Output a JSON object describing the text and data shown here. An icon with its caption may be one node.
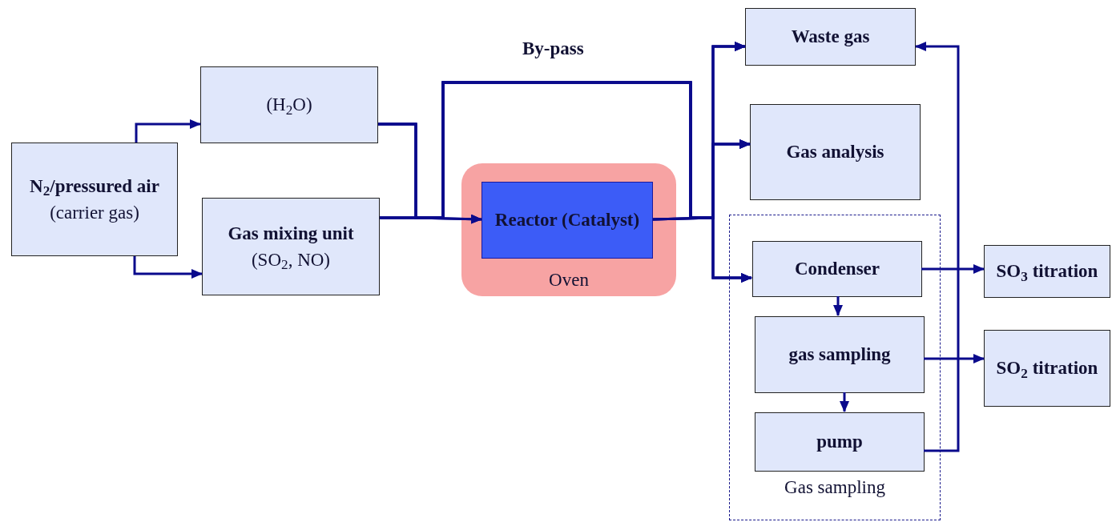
{
  "diagram": {
    "nodes": [
      {
        "text": [
          "N$_{2}$/pressured air",
          "(carrier gas)"
        ]
      },
      {
        "text": [
          "(H$_{2}$O)"
        ]
      },
      {
        "text": [
          "Gas mixing unit",
          "(SO$_{2}$, NO)"
        ]
      },
      {
        "text": [
          "Oven"
        ]
      },
      {
        "text": [
          "Reactor (Catalyst)"
        ],
        "in": 3
      },
      {
        "text": [
          "Waste gas"
        ]
      },
      {
        "text": [
          "Gas analysis"
        ]
      },
      {
        "text": [
          "Gas sampling"
        ]
      },
      {
        "text": [
          "Condenser"
        ],
        "in": 7
      },
      {
        "text": [
          "gas sampling"
        ],
        "in": 7
      },
      {
        "text": [
          "pump"
        ],
        "in": 7
      },
      {
        "text": [
          "SO$_{3}$ titration"
        ]
      },
      {
        "text": [
          "SO$_{2}$ titration"
        ]
      }
    ],
    "edges": [
      {
        "from": 0,
        "to": 1,
        "arrow": "to"
      },
      {
        "from": 0,
        "to": 2,
        "arrow": "to"
      },
      {
        "from": 1,
        "to": 4,
        "arrow": "to"
      },
      {
        "from": 2,
        "to": 4,
        "arrow": "to"
      },
      {
        "from": 2,
        "to": 5,
        "arrow": "to",
        "label": "By-pass"
      },
      {
        "from": 2,
        "to": 6,
        "arrow": "to"
      },
      {
        "from": 2,
        "to": 8,
        "arrow": "to"
      },
      {
        "from": 1,
        "to": 5,
        "arrow": "to"
      },
      {
        "from": 1,
        "to": 6,
        "arrow": "to"
      },
      {
        "from": 1,
        "to": 8,
        "arrow": "to"
      },
      {
        "from": 4,
        "to": 5,
        "arrow": "to"
      },
      {
        "from": 4,
        "to": 6,
        "arrow": "to"
      },
      {
        "from": 4,
        "to": 8,
        "arrow": "to"
      },
      {
        "from": 8,
        "to": 11,
        "arrow": "to"
      },
      {
        "from": 9,
        "to": 12,
        "arrow": "to"
      },
      {
        "from": 8,
        "to": 9,
        "arrow": "to"
      },
      {
        "from": 9,
        "to": 10,
        "arrow": "to"
      },
      {
        "from": 10,
        "to": 5,
        "arrow": "to"
      }
    ]
  }
}
